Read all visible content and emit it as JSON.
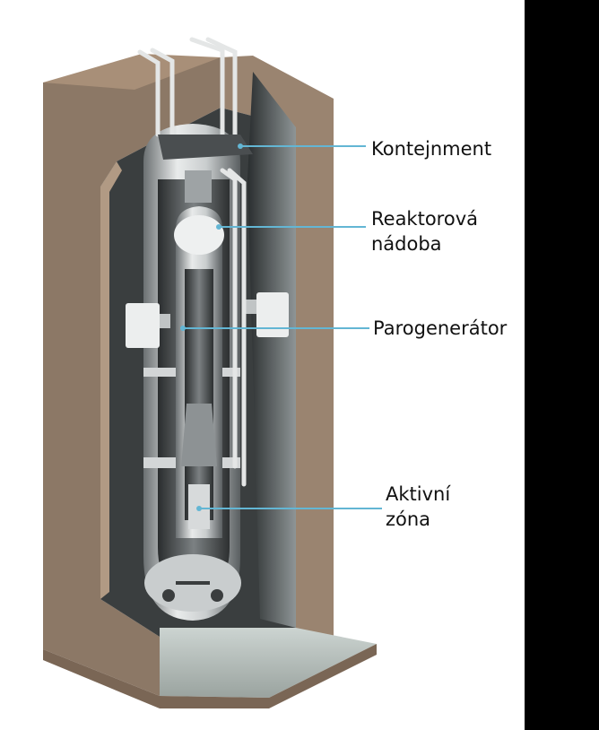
{
  "labels": {
    "containment": "Kontejnment",
    "reactor_vessel": "Reaktorová\nnádoba",
    "steam_generator": "Parogenerátor",
    "core": "Aktivní\nzóna"
  },
  "colors": {
    "concrete": "#8a7260",
    "concrete_light": "#9c8472",
    "wall_shadow": "#3b3f3f",
    "interior": "#1b1e1f",
    "floor": "#b9c2bf",
    "metal_light": "#e6e8e8",
    "metal_mid": "#a8acae",
    "metal_dark": "#5d6264",
    "leader_line": "#63b6d4",
    "background": "#ffffff",
    "side_bar": "#000000"
  }
}
